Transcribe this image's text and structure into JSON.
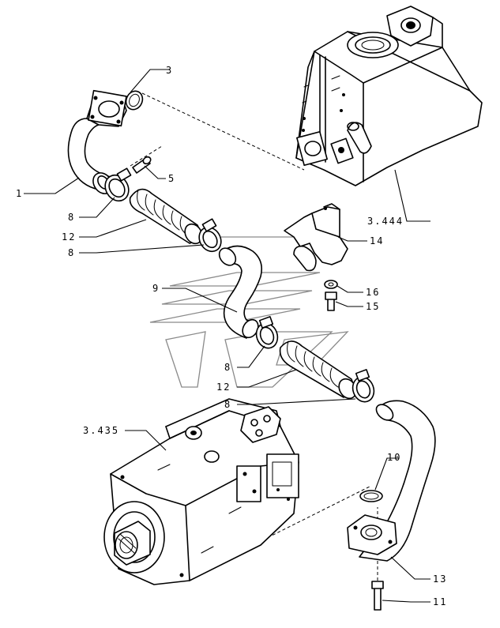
{
  "callouts": {
    "c3": "3",
    "c1": "1",
    "c5": "5",
    "c8a": "8",
    "c12a": "12",
    "c8b": "8",
    "c3444": "3.444",
    "c14": "14",
    "c9": "9",
    "c16": "16",
    "c15": "15",
    "c8c": "8",
    "c12b": "12",
    "c8d": "8",
    "c3435": "3.435",
    "c10": "10",
    "c13": "13",
    "c11": "11"
  },
  "colors": {
    "line": "#000000",
    "background": "#ffffff",
    "watermark": "#8a8a8a"
  }
}
